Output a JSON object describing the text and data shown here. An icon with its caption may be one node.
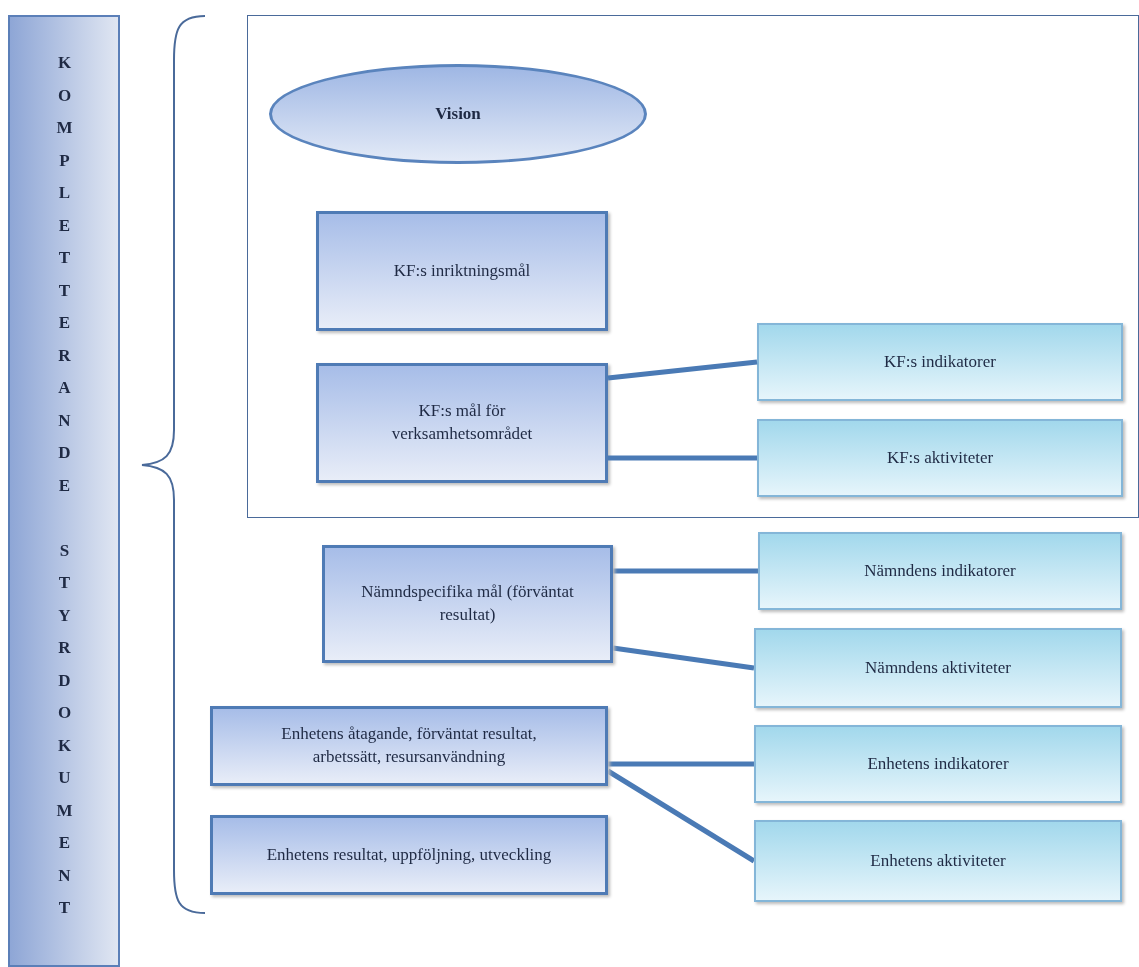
{
  "diagram": {
    "nodes": [
      {
        "text": [
          "KOMPLETTERANDE STYRDOKUMENT"
        ]
      },
      {
        "text": [],
        "shape": "box"
      },
      {
        "text": [
          "Vision"
        ],
        "in": 1
      },
      {
        "text": [
          "KF:s inriktningsmål"
        ],
        "in": 1
      },
      {
        "text": [
          "KF:s mål för verksamhetsområdet"
        ],
        "in": 1
      },
      {
        "text": [
          "KF:s indikatorer"
        ],
        "in": 1
      },
      {
        "text": [
          "KF:s aktiviteter"
        ],
        "in": 1
      },
      {
        "text": [
          "Nämndspecifika mål (förväntat resultat)"
        ]
      },
      {
        "text": [
          "Nämndens indikatorer"
        ]
      },
      {
        "text": [
          "Nämndens aktiviteter"
        ]
      },
      {
        "text": [
          "Enhetens åtagande, förväntat resultat, arbetssätt, resursanvändning"
        ]
      },
      {
        "text": [
          "Enhetens indikatorer"
        ]
      },
      {
        "text": [
          "Enhetens resultat, uppföljning, utveckling"
        ]
      },
      {
        "text": [
          "Enhetens aktiviteter"
        ]
      }
    ],
    "edges": [
      {
        "from": 4,
        "to": 5,
        "arrow": "none"
      },
      {
        "from": 4,
        "to": 6,
        "arrow": "none"
      },
      {
        "from": 7,
        "to": 8,
        "arrow": "none"
      },
      {
        "from": 7,
        "to": 9,
        "arrow": "none"
      },
      {
        "from": 10,
        "to": 11,
        "arrow": "none"
      },
      {
        "from": 10,
        "to": 13,
        "arrow": "none"
      }
    ]
  }
}
